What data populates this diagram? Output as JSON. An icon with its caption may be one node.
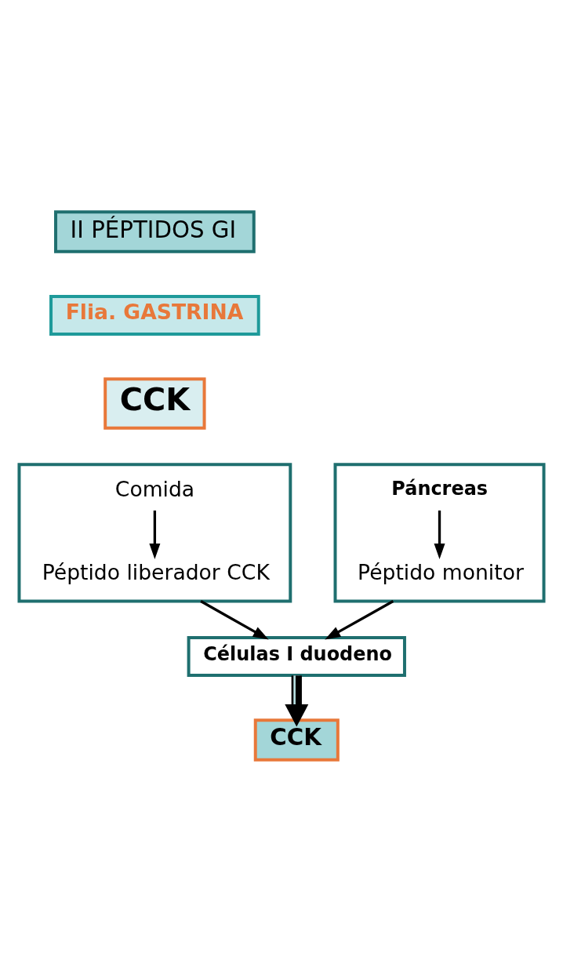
{
  "diagram": {
    "nodes": [
      {
        "text": [
          "II PÉPTIDOS GI"
        ]
      },
      {
        "text": [
          "Flia. GASTRINA"
        ]
      },
      {
        "text": [
          "CCK"
        ]
      },
      {
        "text": [],
        "shape": "box"
      },
      {
        "text": [
          "Comida"
        ],
        "in": 3
      },
      {
        "text": [
          "Péptido liberador CCK"
        ],
        "in": 3
      },
      {
        "text": [],
        "shape": "box"
      },
      {
        "text": [
          "Páncreas"
        ],
        "in": 6
      },
      {
        "text": [
          "Péptido monitor"
        ],
        "in": 6
      },
      {
        "text": [
          "Células I duodeno"
        ]
      },
      {
        "text": [
          "CCK"
        ]
      }
    ],
    "edges": [
      {
        "from": 4,
        "to": 5,
        "arrow": "to"
      },
      {
        "from": 7,
        "to": 8,
        "arrow": "to"
      },
      {
        "from": 3,
        "to": 9,
        "arrow": "to"
      },
      {
        "from": 6,
        "to": 9,
        "arrow": "to"
      },
      {
        "from": 9,
        "to": 10,
        "arrow": "to",
        "style": "thick"
      }
    ]
  }
}
